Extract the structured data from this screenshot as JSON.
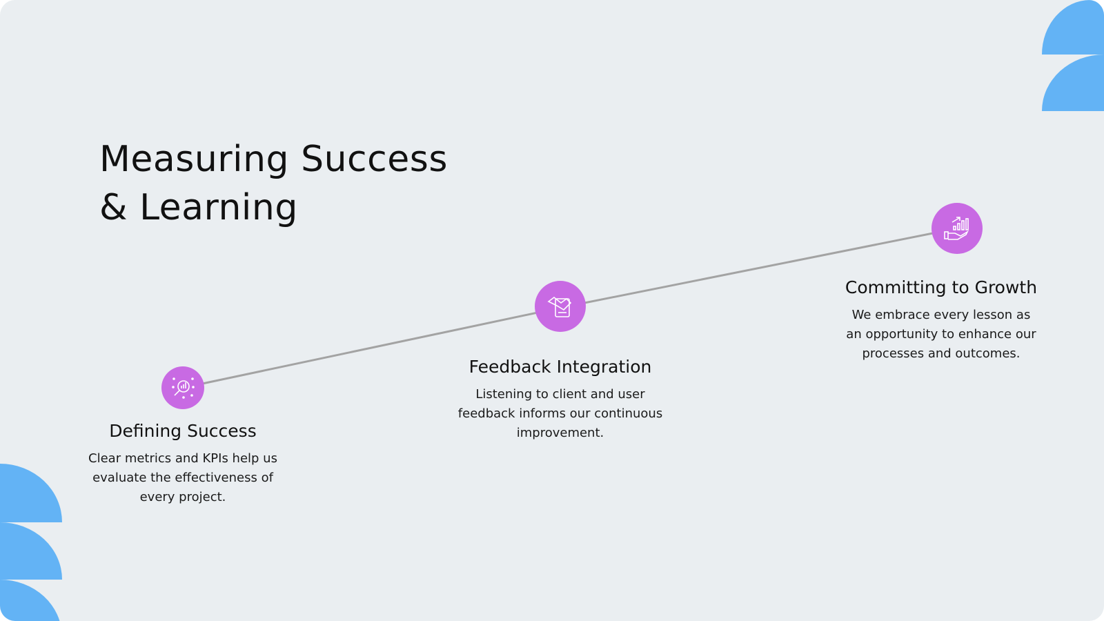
{
  "title_line1": "Measuring Success",
  "title_line2": "& Learning",
  "accent_color": "#c86ae3",
  "decor_color": "#63b3f5",
  "steps": [
    {
      "icon": "magnifier-chart-icon",
      "heading": "Defining Success",
      "lines": [
        "Clear metrics and KPIs help us",
        "evaluate the effectiveness of",
        "every project."
      ]
    },
    {
      "icon": "handshake-document-icon",
      "heading": "Feedback Integration",
      "lines": [
        "Listening to client and user",
        "feedback informs our continuous",
        "improvement."
      ]
    },
    {
      "icon": "hand-growth-chart-icon",
      "heading": "Committing to Growth",
      "lines": [
        "We embrace every lesson as",
        "an opportunity to enhance our",
        "processes and outcomes."
      ]
    }
  ]
}
